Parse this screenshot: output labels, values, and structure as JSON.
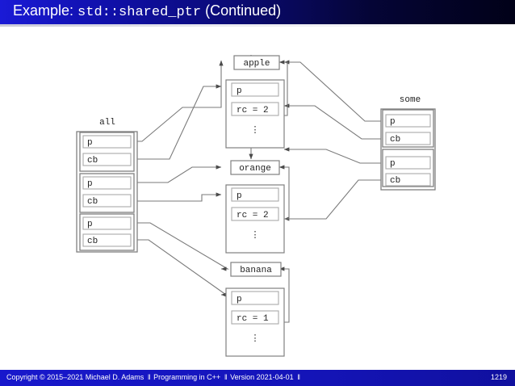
{
  "slide": {
    "title_prefix": "Example: ",
    "title_mono": "std::shared_ptr",
    "title_suffix": " (Continued)"
  },
  "footer": {
    "copyright": "Copyright © 2015–2021 Michael D. Adams",
    "course": "Programming in C++",
    "version": "Version 2021-04-01",
    "page": "1219",
    "separator": "‖"
  },
  "colors": {
    "title_bar_start": "#1a1ad6",
    "title_bar_end": "#010118",
    "footer": "#1414c8",
    "box_stroke": "#808080",
    "inner_stroke": "#aaaaaa",
    "connector": "#7a7a7a",
    "text": "#222222",
    "page_bg": "#ffffff"
  },
  "diagram": {
    "containers": [
      {
        "name": "all",
        "label": "all",
        "groups": [
          {
            "fields": [
              {
                "name": "p",
                "label": "p"
              },
              {
                "name": "cb",
                "label": "cb"
              }
            ]
          },
          {
            "fields": [
              {
                "name": "p",
                "label": "p"
              },
              {
                "name": "cb",
                "label": "cb"
              }
            ]
          },
          {
            "fields": [
              {
                "name": "p",
                "label": "p"
              },
              {
                "name": "cb",
                "label": "cb"
              }
            ]
          }
        ]
      },
      {
        "name": "some",
        "label": "some",
        "groups": [
          {
            "fields": [
              {
                "name": "p",
                "label": "p"
              },
              {
                "name": "cb",
                "label": "cb"
              }
            ]
          },
          {
            "fields": [
              {
                "name": "p",
                "label": "p"
              },
              {
                "name": "cb",
                "label": "cb"
              }
            ]
          }
        ]
      }
    ],
    "objects": [
      {
        "name": "apple",
        "label": "apple"
      },
      {
        "name": "orange",
        "label": "orange"
      },
      {
        "name": "banana",
        "label": "banana"
      }
    ],
    "control_blocks": [
      {
        "name": "apple-control-block",
        "pointer": "p",
        "refcount": "rc = 2",
        "ellipsis": "⋮"
      },
      {
        "name": "orange-control-block",
        "pointer": "p",
        "refcount": "rc = 2",
        "ellipsis": "⋮"
      },
      {
        "name": "banana-control-block",
        "pointer": "p",
        "refcount": "rc = 1",
        "ellipsis": "⋮"
      }
    ]
  }
}
